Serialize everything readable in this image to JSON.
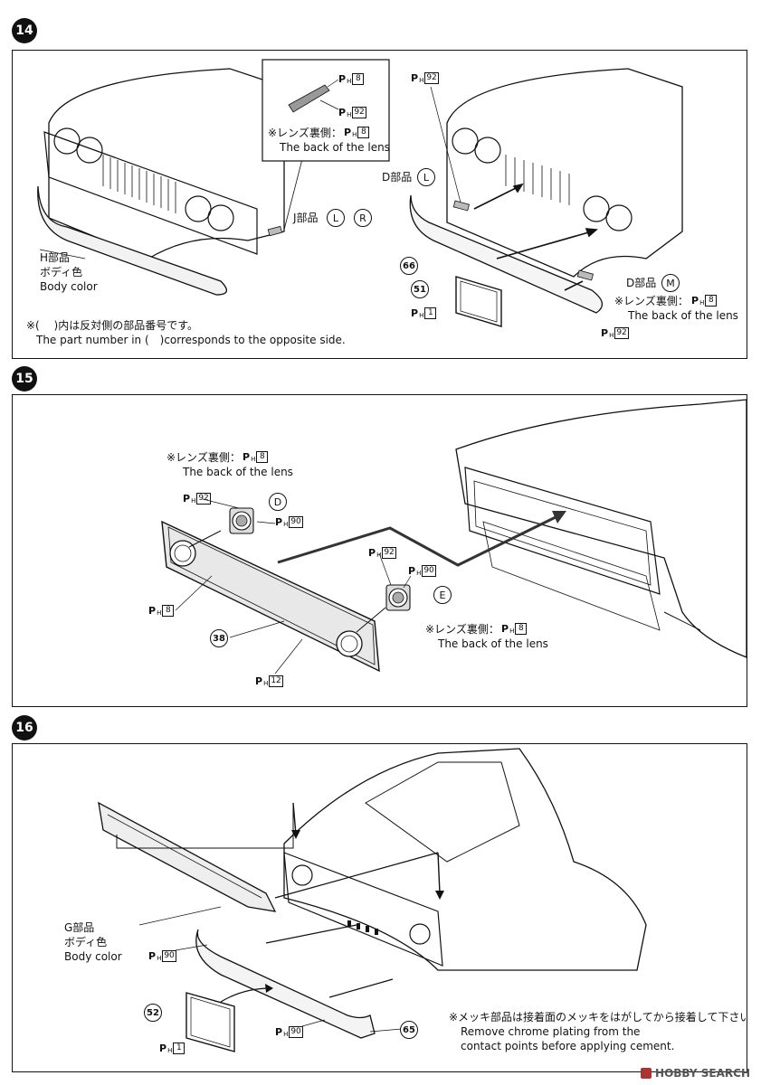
{
  "steps": [
    {
      "number": "14",
      "labels": {
        "h_part": "H部品",
        "h_body_jp": "ボディ色",
        "h_body_en": "Body color",
        "j_part": "J部品",
        "j_left": "L",
        "j_right": "R",
        "lens_back_jp": "※レンズ裏側：",
        "lens_back_en": "The back of the lens",
        "d_part_left": "D部品",
        "d_left": "L",
        "d_part_m": "D部品",
        "d_m": "M",
        "lens_back_jp2": "※レンズ裏側：",
        "lens_back_en2": "The back of the lens",
        "note_jp": "※(　 )内は反対側の部品番号です。",
        "note_en": "The part number in (　)corresponds to the opposite side.",
        "part_66": "66",
        "part_51": "51"
      },
      "paint": {
        "ph8_a": "8",
        "ph92_a": "92",
        "ph8_b": "8",
        "ph92_top": "92",
        "ph1": "1",
        "ph8_c": "8",
        "ph92_b": "92"
      }
    },
    {
      "number": "15",
      "labels": {
        "lens_back_jp": "※レンズ裏側：",
        "lens_back_en": "The back of the lens",
        "d": "D",
        "e": "E",
        "lens_back_jp2": "※レンズ裏側：",
        "lens_back_en2": "The back of the lens",
        "part_38": "38"
      },
      "paint": {
        "ph8_top": "8",
        "ph92_a": "92",
        "ph90_a": "90",
        "ph8_left": "8",
        "ph92_b": "92",
        "ph90_b": "90",
        "ph8_right": "8",
        "ph12": "12"
      }
    },
    {
      "number": "16",
      "labels": {
        "g_part": "G部品",
        "g_body_jp": "ボディ色",
        "g_body_en": "Body color",
        "part_52": "52",
        "part_65": "65",
        "chrome_jp": "※メッキ部品は接着面のメッキをはがしてから接着して下さい。",
        "chrome_en1": "Remove chrome plating from the",
        "chrome_en2": "contact points before applying cement."
      },
      "paint": {
        "ph90_a": "90",
        "ph1": "1",
        "ph90_b": "90"
      }
    }
  ],
  "paint_prefix": {
    "p": "P",
    "h": "H"
  },
  "watermark": "HOBBY SEARCH"
}
